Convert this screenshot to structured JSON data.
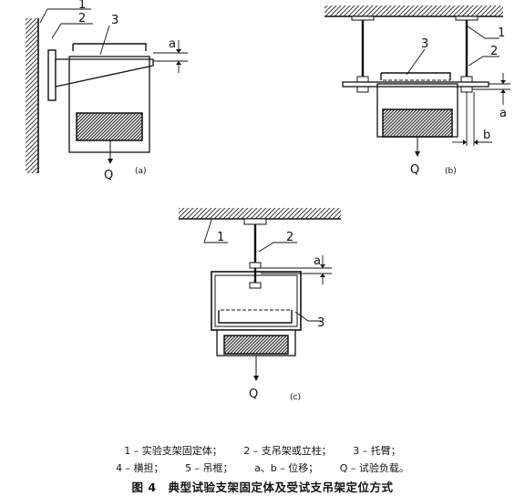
{
  "diagrams": {
    "a": {
      "label": "(a)",
      "callouts": [
        "1",
        "2",
        "3"
      ],
      "dim_a": "a",
      "load": "Q"
    },
    "b": {
      "label": "(b)",
      "callouts": [
        "1",
        "2",
        "3"
      ],
      "dim_a": "a",
      "dim_b": "b",
      "load": "Q"
    },
    "c": {
      "label": "(c)",
      "callouts": [
        "1",
        "2",
        "3"
      ],
      "dim_a": "a",
      "load": "Q"
    }
  },
  "legend": {
    "row1": [
      "1 – 实验支架固定体；",
      "2 – 支吊架或立柱；",
      "3 – 托臂；"
    ],
    "row2": [
      "4 – 横担；",
      "5 – 吊框；",
      "a、b – 位移；",
      "Q – 试验负载。"
    ]
  },
  "figure_title": "图 4　典型试验支架固定体及受试支吊架定位方式"
}
